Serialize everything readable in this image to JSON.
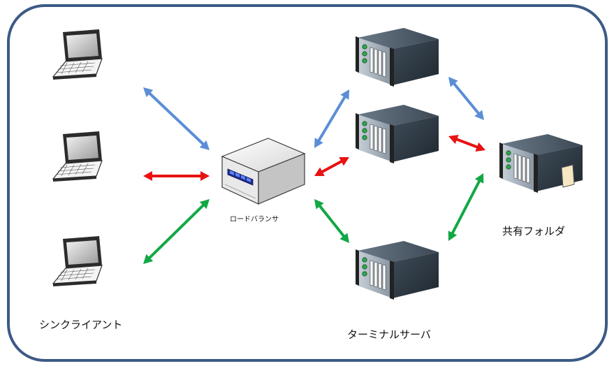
{
  "labels": {
    "load_balancer": "ロードバランサ",
    "thin_client": "シンクライアント",
    "terminal_server": "ターミナルサーバ",
    "shared_folder": "共有フォルダ"
  },
  "colors": {
    "frame": "#3c5a85",
    "blue_arrow": "#5b8ed6",
    "red_arrow": "#e81212",
    "green_arrow": "#12a844"
  },
  "icons": {
    "client": "laptop-icon",
    "load_balancer": "load-balancer-icon",
    "server": "server-icon",
    "storage": "file-server-icon"
  }
}
